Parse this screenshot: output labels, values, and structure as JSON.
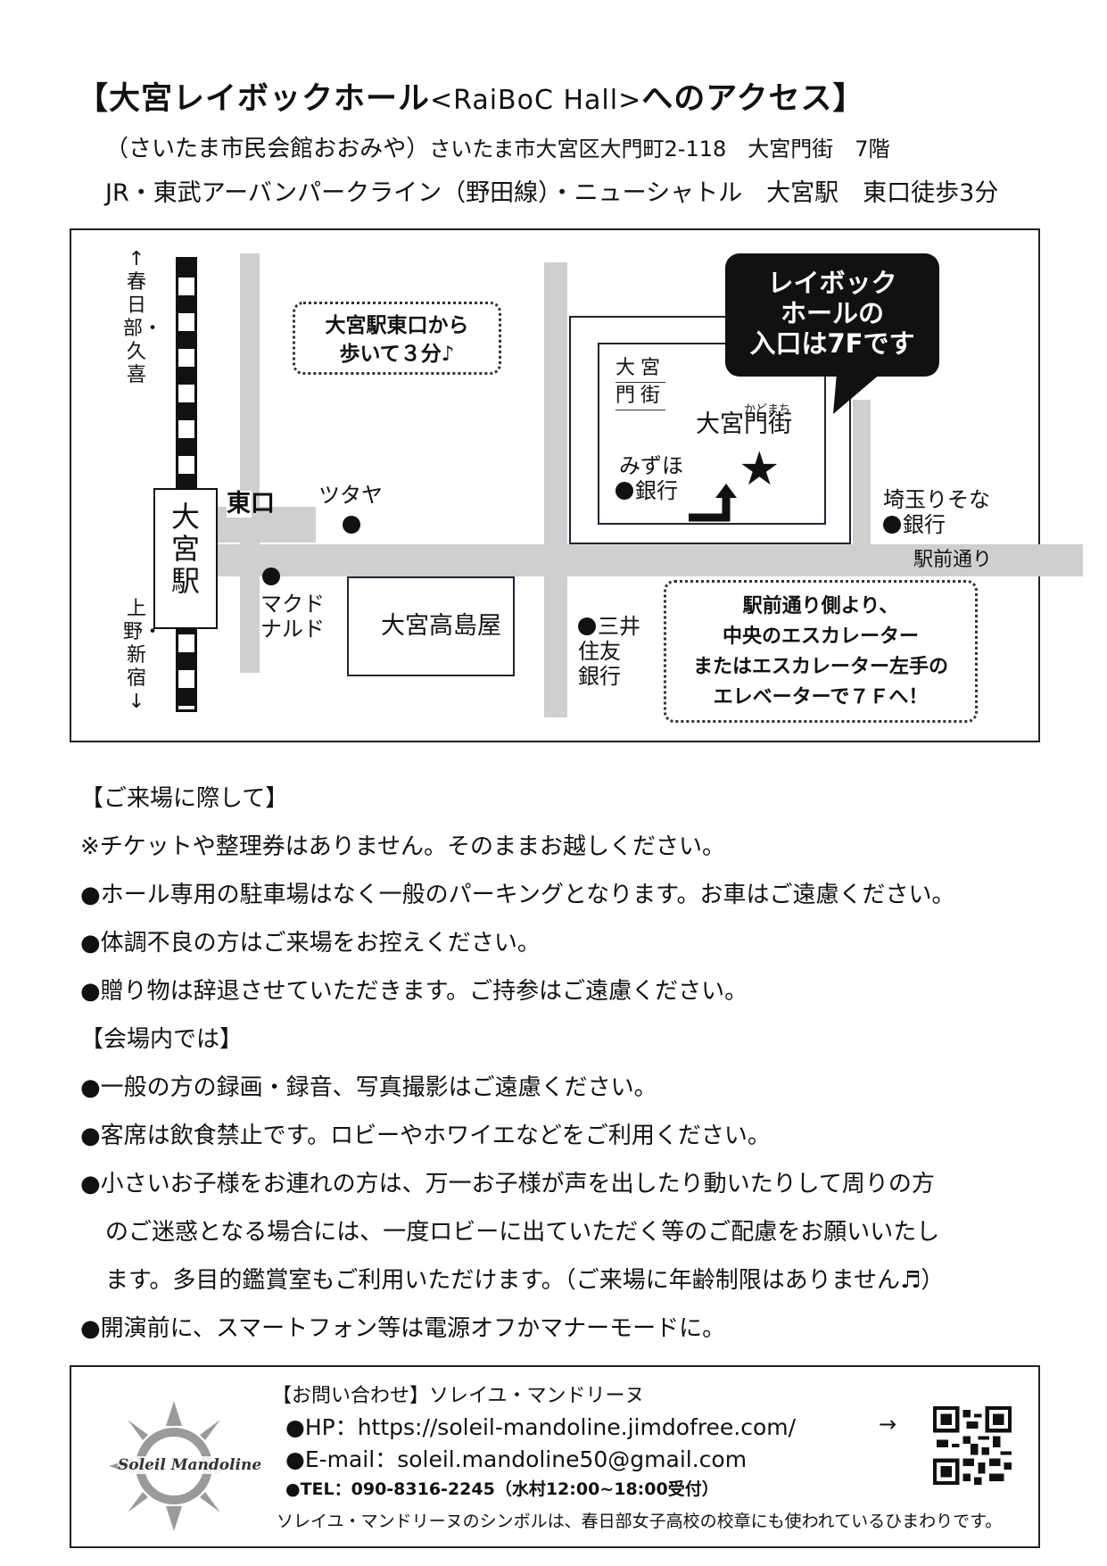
{
  "header": {
    "title_a": "【大宮レイボックホール",
    "title_b": "<RaiBoC Hall>",
    "title_c": "へのアクセス】",
    "address_a": "（さいたま市民会館おおみや）",
    "address_b": "さいたま市大宮区大門町2-118　大宮門街　7階",
    "access": "JR・東武アーバンパークライン（野田線）・ニューシャトル　大宮駅　東口徒歩3分"
  },
  "map": {
    "to_kasukabe": "↑春日部・久喜",
    "to_ueno": "上野・新宿↓",
    "station": "大宮駅",
    "east_exit": "東口",
    "walk_note": [
      "大宮駅東口から",
      "歩いて３分♪"
    ],
    "tsutaya": "ツタヤ",
    "mcdonalds": [
      "マクド",
      "ナルド"
    ],
    "takashimaya": "大宮高島屋",
    "mizuho": [
      "みずほ",
      "銀行"
    ],
    "smbc": [
      "三井",
      "住友",
      "銀行"
    ],
    "saitama_resona": [
      "埼玉りそな",
      "銀行"
    ],
    "ekimae_dori": "駅前通り",
    "omiya_kadomachi": "大宮門街",
    "kadomachi_ruby": "かどまち",
    "logo_text": [
      "大宮",
      "門街"
    ],
    "bubble": [
      "レイボック",
      "ホールの",
      "入口は7Fです"
    ],
    "route_note": [
      "駅前通り側より、",
      "中央のエスカレーター",
      "またはエスカレーター左手の",
      "エレベーターで７Ｆへ！"
    ],
    "star": "★"
  },
  "notes": {
    "heading1": "【ご来場に際して】",
    "n1": "※チケットや整理券はありません。そのままお越しください。",
    "n2": "●ホール専用の駐車場はなく一般のパーキングとなります。お車はご遠慮ください。",
    "n3": "●体調不良の方はご来場をお控えください。",
    "n4": "●贈り物は辞退させていただきます。ご持参はご遠慮ください。",
    "heading2": "【会場内では】",
    "n5": "●一般の方の録画・録音、写真撮影はご遠慮ください。",
    "n6": "●客席は飲食禁止です。ロビーやホワイエなどをご利用ください。",
    "n7a": "●小さいお子様をお連れの方は、万一お子様が声を出したり動いたりして周りの方",
    "n7b": "のご迷惑となる場合には、一度ロビーに出ていただく等のご配慮をお願いいたし",
    "n7c": "ます。多目的鑑賞室もご利用いただけます。（ご来場に年齢制限はありません♬）",
    "n8": "●開演前に、スマートフォン等は電源オフかマナーモードに。"
  },
  "footer": {
    "contact": "【お問い合わせ】ソレイユ・マンドリーヌ",
    "hp": "●HP：https://soleil-mandoline.jimdofree.com/",
    "arrow": "→",
    "email": "●E-mail：soleil.mandoline50@gmail.com",
    "tel": "●TEL：090-8316-2245（水村12:00~18:00受付）",
    "symbol": "ソレイユ・マンドリーヌのシンボルは、春日部女子高校の校章にも使われているひまわりです。",
    "logo_text": "Soleil Mandoline"
  }
}
